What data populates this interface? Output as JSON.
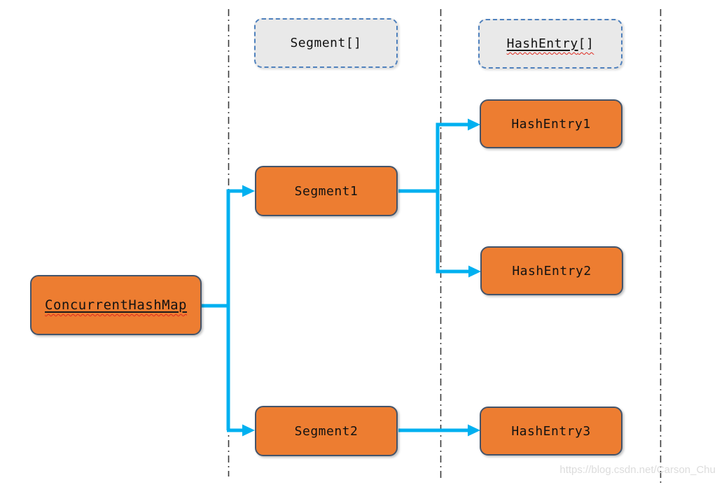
{
  "diagram": {
    "title_semantic": "ConcurrentHashMap segment / hash-entry structure",
    "headers": {
      "segment_array": {
        "label": "Segment[]"
      },
      "hashentry_array": {
        "label_underlined": "HashEntry",
        "label_suffix": "[]"
      }
    },
    "nodes": {
      "concurrent_hashmap": {
        "label": "ConcurrentHashMap"
      },
      "segment1": {
        "label": "Segment1"
      },
      "segment2": {
        "label": "Segment2"
      },
      "hashentry1": {
        "label": "HashEntry1"
      },
      "hashentry2": {
        "label": "HashEntry2"
      },
      "hashentry3": {
        "label": "HashEntry3"
      }
    },
    "edges": [
      {
        "from": "concurrent_hashmap",
        "to": "segment1"
      },
      {
        "from": "concurrent_hashmap",
        "to": "segment2"
      },
      {
        "from": "segment1",
        "to": "hashentry1"
      },
      {
        "from": "segment1",
        "to": "hashentry2"
      },
      {
        "from": "segment2",
        "to": "hashentry3"
      }
    ],
    "lane_separators": 3,
    "colors": {
      "node_fill": "#ED7D31",
      "node_border": "#44546A",
      "header_fill": "#E9E9E9",
      "header_border": "#4F81BD",
      "arrow": "#00B0F0",
      "lane_line": "#3A3A3A",
      "watermark_text": "#DCDCDC",
      "spellcheck_underline": "#E02B20"
    },
    "watermark": "https://blog.csdn.net/Carson_Chu"
  }
}
